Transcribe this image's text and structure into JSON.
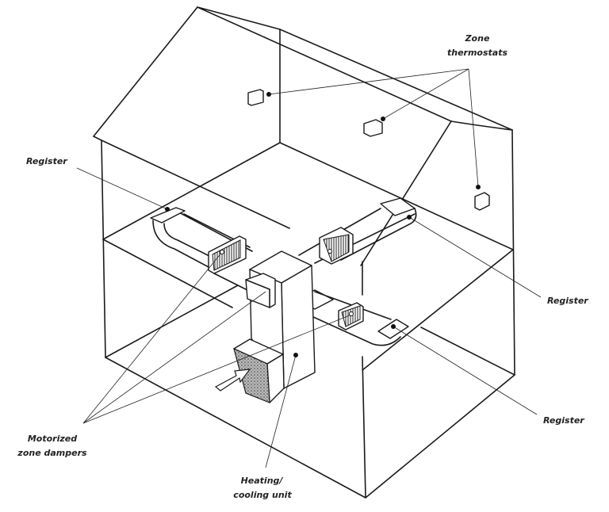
{
  "labels": {
    "zone_thermostats_line1": "Zone",
    "zone_thermostats_line2": "thermostats",
    "register_left": "Register",
    "register_right_upper": "Register",
    "register_right_lower": "Register",
    "motorized_dampers_line1": "Motorized",
    "motorized_dampers_line2": "zone dampers",
    "heating_unit_line1": "Heating/",
    "heating_unit_line2": "cooling unit"
  },
  "colors": {
    "ink": "#1a1a1a",
    "background": "#ffffff"
  }
}
